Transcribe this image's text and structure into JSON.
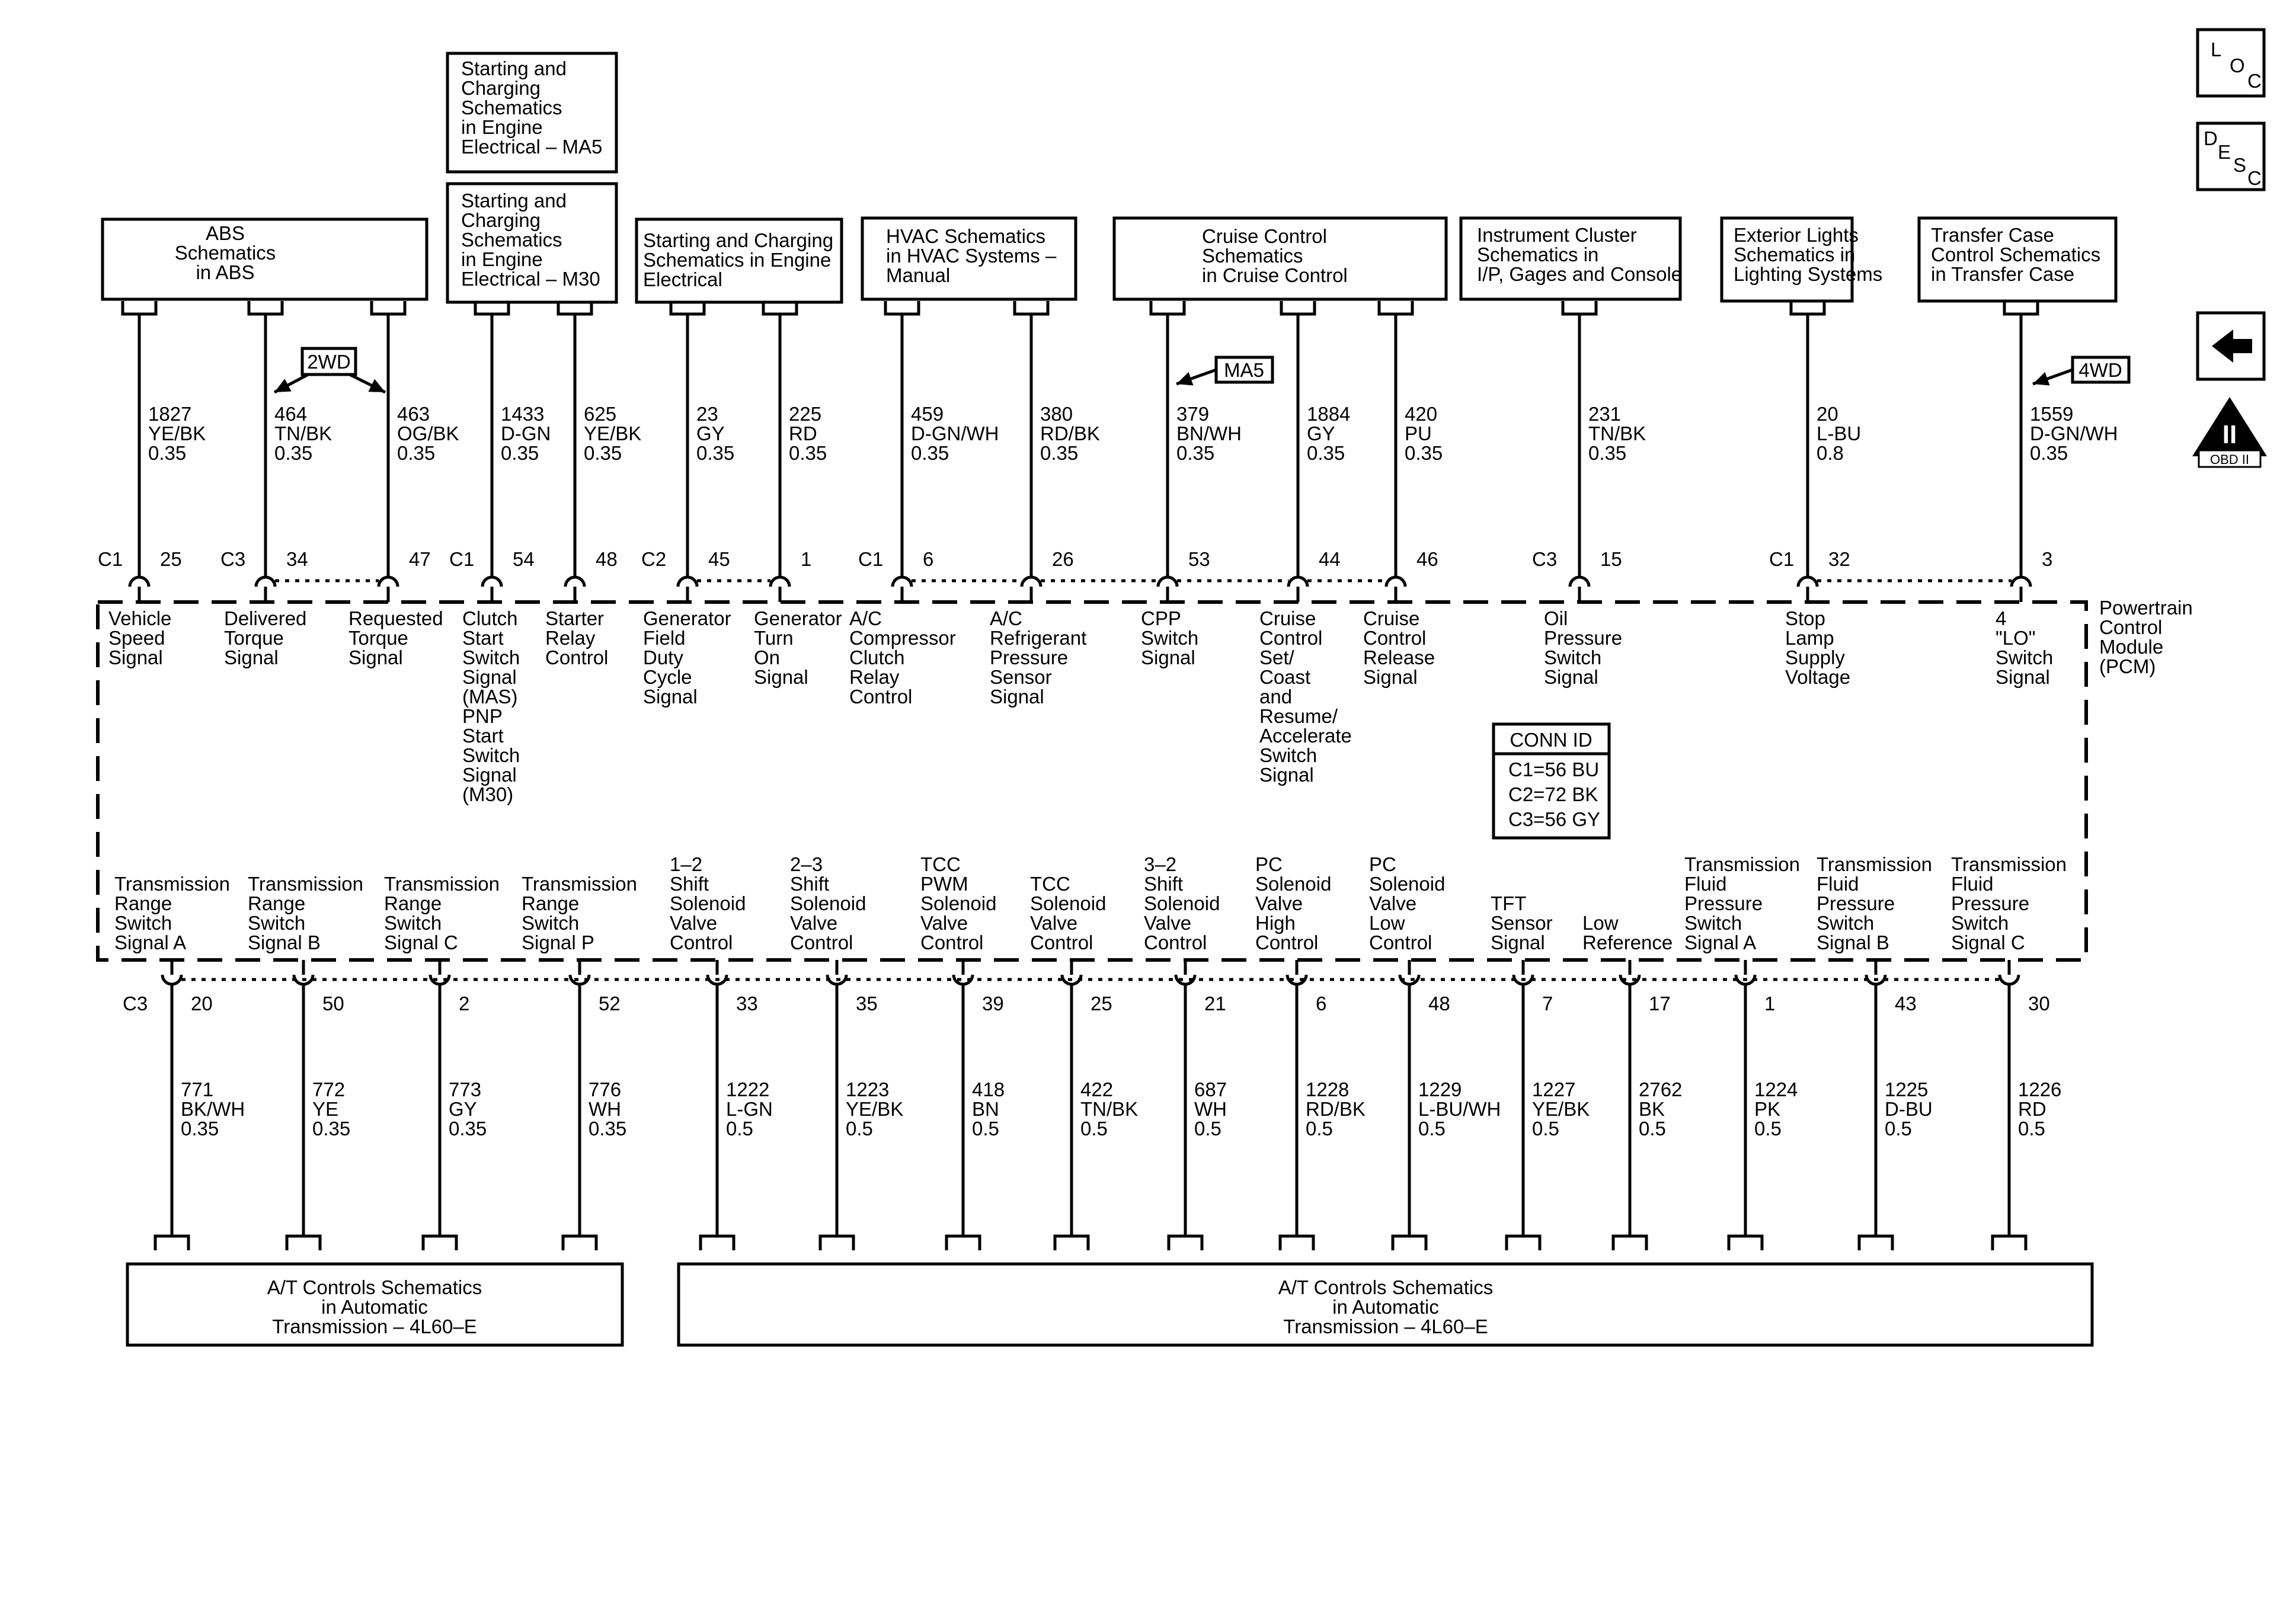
{
  "module": {
    "label": [
      "Powertrain",
      "Control",
      "Module",
      "(PCM)"
    ],
    "conn_id": {
      "title": "CONN ID",
      "lines": [
        "C1=56 BU",
        "C2=72 BK",
        "C3=56 GY"
      ]
    }
  },
  "side_icons": {
    "loc": [
      "L",
      "O",
      "C"
    ],
    "desc": [
      "D",
      "E",
      "S",
      "C"
    ],
    "obd_numeral": "II",
    "obd_label": "OBD II"
  },
  "top_boxes": [
    {
      "lines": [
        "ABS",
        "Schematics",
        "in ABS"
      ]
    },
    {
      "lines": [
        "Starting and",
        "Charging",
        "Schematics",
        "in Engine",
        "Electrical – MA5"
      ]
    },
    {
      "lines": [
        "Starting and",
        "Charging",
        "Schematics",
        "in Engine",
        "Electrical – M30"
      ]
    },
    {
      "lines": [
        "Starting and Charging",
        "Schematics in Engine",
        "Electrical"
      ]
    },
    {
      "lines": [
        "HVAC Schematics",
        "in HVAC Systems –",
        "Manual"
      ]
    },
    {
      "lines": [
        "Cruise Control",
        "Schematics",
        "in Cruise Control"
      ]
    },
    {
      "lines": [
        "Instrument Cluster",
        "Schematics in",
        "I/P, Gages and Console"
      ]
    },
    {
      "lines": [
        "Exterior Lights",
        "Schematics in",
        "Lighting Systems"
      ]
    },
    {
      "lines": [
        "Transfer Case",
        "Control Schematics",
        "in Transfer Case"
      ]
    }
  ],
  "bottom_boxes": [
    {
      "lines": [
        "A/T Controls Schematics",
        "in Automatic",
        "Transmission – 4L60–E"
      ]
    },
    {
      "lines": [
        "A/T Controls Schematics",
        "in Automatic",
        "Transmission – 4L60–E"
      ]
    }
  ],
  "option_tags": [
    {
      "label": "2WD"
    },
    {
      "label": "MA5"
    },
    {
      "label": "4WD"
    }
  ],
  "top_circuits": [
    {
      "connector": "C1",
      "pin": "25",
      "circuit": "1827",
      "color": "YE/BK",
      "size": "0.35",
      "signal": [
        "Vehicle",
        "Speed",
        "Signal"
      ]
    },
    {
      "connector": "C3",
      "pin": "34",
      "circuit": "464",
      "color": "TN/BK",
      "size": "0.35",
      "signal": [
        "Delivered",
        "Torque",
        "Signal"
      ]
    },
    {
      "connector": "",
      "pin": "47",
      "circuit": "463",
      "color": "OG/BK",
      "size": "0.35",
      "signal": [
        "Requested",
        "Torque",
        "Signal"
      ]
    },
    {
      "connector": "C1",
      "pin": "54",
      "circuit": "1433",
      "color": "D-GN",
      "size": "0.35",
      "signal": [
        "Clutch",
        "Start",
        "Switch",
        "Signal",
        "(MAS)",
        "PNP",
        "Start",
        "Switch",
        "Signal",
        "(M30)"
      ]
    },
    {
      "connector": "",
      "pin": "48",
      "circuit": "625",
      "color": "YE/BK",
      "size": "0.35",
      "signal": [
        "Starter",
        "Relay",
        "Control"
      ]
    },
    {
      "connector": "C2",
      "pin": "45",
      "circuit": "23",
      "color": "GY",
      "size": "0.35",
      "signal": [
        "Generator",
        "Field",
        "Duty",
        "Cycle",
        "Signal"
      ]
    },
    {
      "connector": "",
      "pin": "1",
      "circuit": "225",
      "color": "RD",
      "size": "0.35",
      "signal": [
        "Generator",
        "Turn",
        "On",
        "Signal"
      ]
    },
    {
      "connector": "C1",
      "pin": "6",
      "circuit": "459",
      "color": "D-GN/WH",
      "size": "0.35",
      "signal": [
        "A/C",
        "Compressor",
        "Clutch",
        "Relay",
        "Control"
      ]
    },
    {
      "connector": "",
      "pin": "26",
      "circuit": "380",
      "color": "RD/BK",
      "size": "0.35",
      "signal": [
        "A/C",
        "Refrigerant",
        "Pressure",
        "Sensor",
        "Signal"
      ]
    },
    {
      "connector": "",
      "pin": "53",
      "circuit": "379",
      "color": "BN/WH",
      "size": "0.35",
      "signal": [
        "CPP",
        "Switch",
        "Signal"
      ]
    },
    {
      "connector": "",
      "pin": "44",
      "circuit": "1884",
      "color": "GY",
      "size": "0.35",
      "signal": [
        "Cruise",
        "Control",
        "Set/",
        "Coast",
        "and",
        "Resume/",
        "Accelerate",
        "Switch",
        "Signal"
      ]
    },
    {
      "connector": "",
      "pin": "46",
      "circuit": "420",
      "color": "PU",
      "size": "0.35",
      "signal": [
        "Cruise",
        "Control",
        "Release",
        "Signal"
      ]
    },
    {
      "connector": "C3",
      "pin": "15",
      "circuit": "231",
      "color": "TN/BK",
      "size": "0.35",
      "signal": [
        "Oil",
        "Pressure",
        "Switch",
        "Signal"
      ]
    },
    {
      "connector": "C1",
      "pin": "32",
      "circuit": "20",
      "color": "L-BU",
      "size": "0.8",
      "signal": [
        "Stop",
        "Lamp",
        "Supply",
        "Voltage"
      ]
    },
    {
      "connector": "",
      "pin": "3",
      "circuit": "1559",
      "color": "D-GN/WH",
      "size": "0.35",
      "signal": [
        "4",
        "\"LO\"",
        "Switch",
        "Signal"
      ]
    }
  ],
  "bottom_circuits": [
    {
      "connector": "C3",
      "pin": "20",
      "circuit": "771",
      "color": "BK/WH",
      "size": "0.35",
      "signal": [
        "Transmission",
        "Range",
        "Switch",
        "Signal A"
      ]
    },
    {
      "connector": "",
      "pin": "50",
      "circuit": "772",
      "color": "YE",
      "size": "0.35",
      "signal": [
        "Transmission",
        "Range",
        "Switch",
        "Signal B"
      ]
    },
    {
      "connector": "",
      "pin": "2",
      "circuit": "773",
      "color": "GY",
      "size": "0.35",
      "signal": [
        "Transmission",
        "Range",
        "Switch",
        "Signal C"
      ]
    },
    {
      "connector": "",
      "pin": "52",
      "circuit": "776",
      "color": "WH",
      "size": "0.35",
      "signal": [
        "Transmission",
        "Range",
        "Switch",
        "Signal P"
      ]
    },
    {
      "connector": "",
      "pin": "33",
      "circuit": "1222",
      "color": "L-GN",
      "size": "0.5",
      "signal": [
        "1–2",
        "Shift",
        "Solenoid",
        "Valve",
        "Control"
      ]
    },
    {
      "connector": "",
      "pin": "35",
      "circuit": "1223",
      "color": "YE/BK",
      "size": "0.5",
      "signal": [
        "2–3",
        "Shift",
        "Solenoid",
        "Valve",
        "Control"
      ]
    },
    {
      "connector": "",
      "pin": "39",
      "circuit": "418",
      "color": "BN",
      "size": "0.5",
      "signal": [
        "TCC",
        "PWM",
        "Solenoid",
        "Valve",
        "Control"
      ]
    },
    {
      "connector": "",
      "pin": "25",
      "circuit": "422",
      "color": "TN/BK",
      "size": "0.5",
      "signal": [
        "TCC",
        "Solenoid",
        "Valve",
        "Control"
      ]
    },
    {
      "connector": "",
      "pin": "21",
      "circuit": "687",
      "color": "WH",
      "size": "0.5",
      "signal": [
        "3–2",
        "Shift",
        "Solenoid",
        "Valve",
        "Control"
      ]
    },
    {
      "connector": "",
      "pin": "6",
      "circuit": "1228",
      "color": "RD/BK",
      "size": "0.5",
      "signal": [
        "PC",
        "Solenoid",
        "Valve",
        "High",
        "Control"
      ]
    },
    {
      "connector": "",
      "pin": "48",
      "circuit": "1229",
      "color": "L-BU/WH",
      "size": "0.5",
      "signal": [
        "PC",
        "Solenoid",
        "Valve",
        "Low",
        "Control"
      ]
    },
    {
      "connector": "",
      "pin": "7",
      "circuit": "1227",
      "color": "YE/BK",
      "size": "0.5",
      "signal": [
        "TFT",
        "Sensor",
        "Signal"
      ]
    },
    {
      "connector": "",
      "pin": "17",
      "circuit": "2762",
      "color": "BK",
      "size": "0.5",
      "signal": [
        "Low",
        "Reference"
      ]
    },
    {
      "connector": "",
      "pin": "1",
      "circuit": "1224",
      "color": "PK",
      "size": "0.5",
      "signal": [
        "Transmission",
        "Fluid",
        "Pressure",
        "Switch",
        "Signal A"
      ]
    },
    {
      "connector": "",
      "pin": "43",
      "circuit": "1225",
      "color": "D-BU",
      "size": "0.5",
      "signal": [
        "Transmission",
        "Fluid",
        "Pressure",
        "Switch",
        "Signal B"
      ]
    },
    {
      "connector": "",
      "pin": "30",
      "circuit": "1226",
      "color": "RD",
      "size": "0.5",
      "signal": [
        "Transmission",
        "Fluid",
        "Pressure",
        "Switch",
        "Signal C"
      ]
    }
  ]
}
